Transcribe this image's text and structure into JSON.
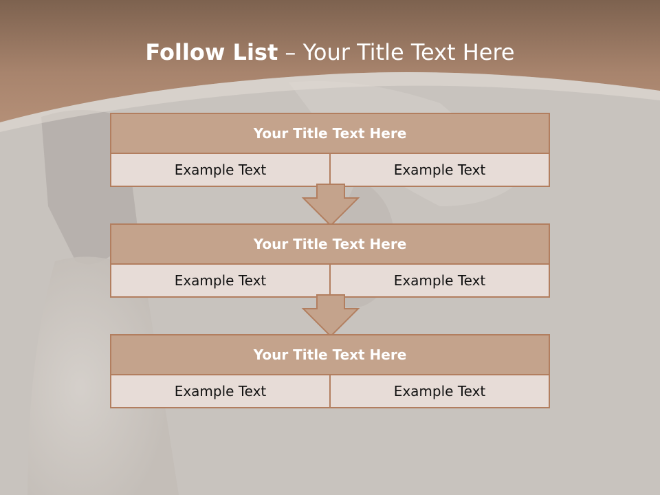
{
  "slide": {
    "title_bold": "Follow List",
    "title_rest": "– Your Title Text Here"
  },
  "steps": [
    {
      "title": "Your Title Text Here",
      "left": "Example Text",
      "right": "Example Text"
    },
    {
      "title": "Your Title Text Here",
      "left": "Example Text",
      "right": "Example Text"
    },
    {
      "title": "Your Title Text Here",
      "left": "Example Text",
      "right": "Example Text"
    }
  ],
  "colors": {
    "header_band": "#9c7660",
    "block_title_fill": "#c4a38c",
    "block_border": "#b27e5f",
    "block_cell_fill": "#e7dcd7",
    "background": "#c9c4bf"
  }
}
